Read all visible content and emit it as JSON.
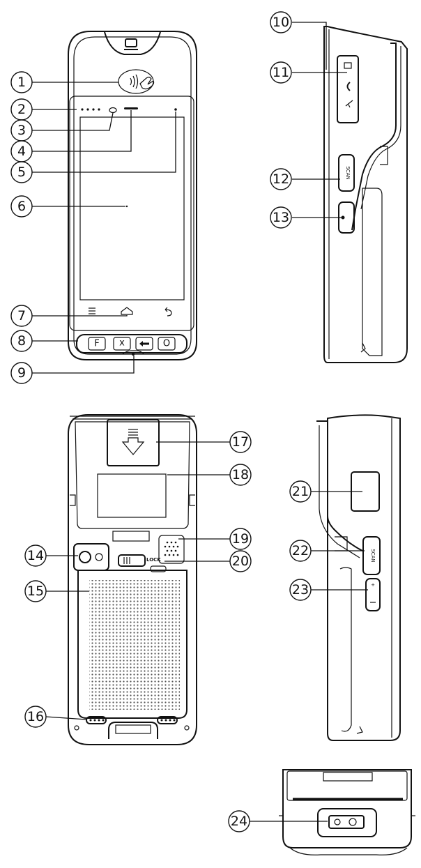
{
  "callouts": [
    {
      "id": "c1",
      "label": "1"
    },
    {
      "id": "c2",
      "label": "2"
    },
    {
      "id": "c3",
      "label": "3"
    },
    {
      "id": "c4",
      "label": "4"
    },
    {
      "id": "c5",
      "label": "5"
    },
    {
      "id": "c6",
      "label": "6"
    },
    {
      "id": "c7",
      "label": "7"
    },
    {
      "id": "c8",
      "label": "8"
    },
    {
      "id": "c9",
      "label": "9"
    },
    {
      "id": "c10",
      "label": "10"
    },
    {
      "id": "c11",
      "label": "11"
    },
    {
      "id": "c12",
      "label": "12"
    },
    {
      "id": "c13",
      "label": "13"
    },
    {
      "id": "c14",
      "label": "14"
    },
    {
      "id": "c15",
      "label": "15"
    },
    {
      "id": "c16",
      "label": "16"
    },
    {
      "id": "c17",
      "label": "17"
    },
    {
      "id": "c18",
      "label": "18"
    },
    {
      "id": "c19",
      "label": "19"
    },
    {
      "id": "c20",
      "label": "20"
    },
    {
      "id": "c21",
      "label": "21"
    },
    {
      "id": "c22",
      "label": "22"
    },
    {
      "id": "c23",
      "label": "23"
    },
    {
      "id": "c24",
      "label": "24"
    }
  ],
  "keys": {
    "f": "F",
    "x": "x",
    "o": "O"
  },
  "device_text": {
    "lock": "LOCK",
    "scan_side_right": "SCAN",
    "scan_side_left": "SCAN"
  }
}
